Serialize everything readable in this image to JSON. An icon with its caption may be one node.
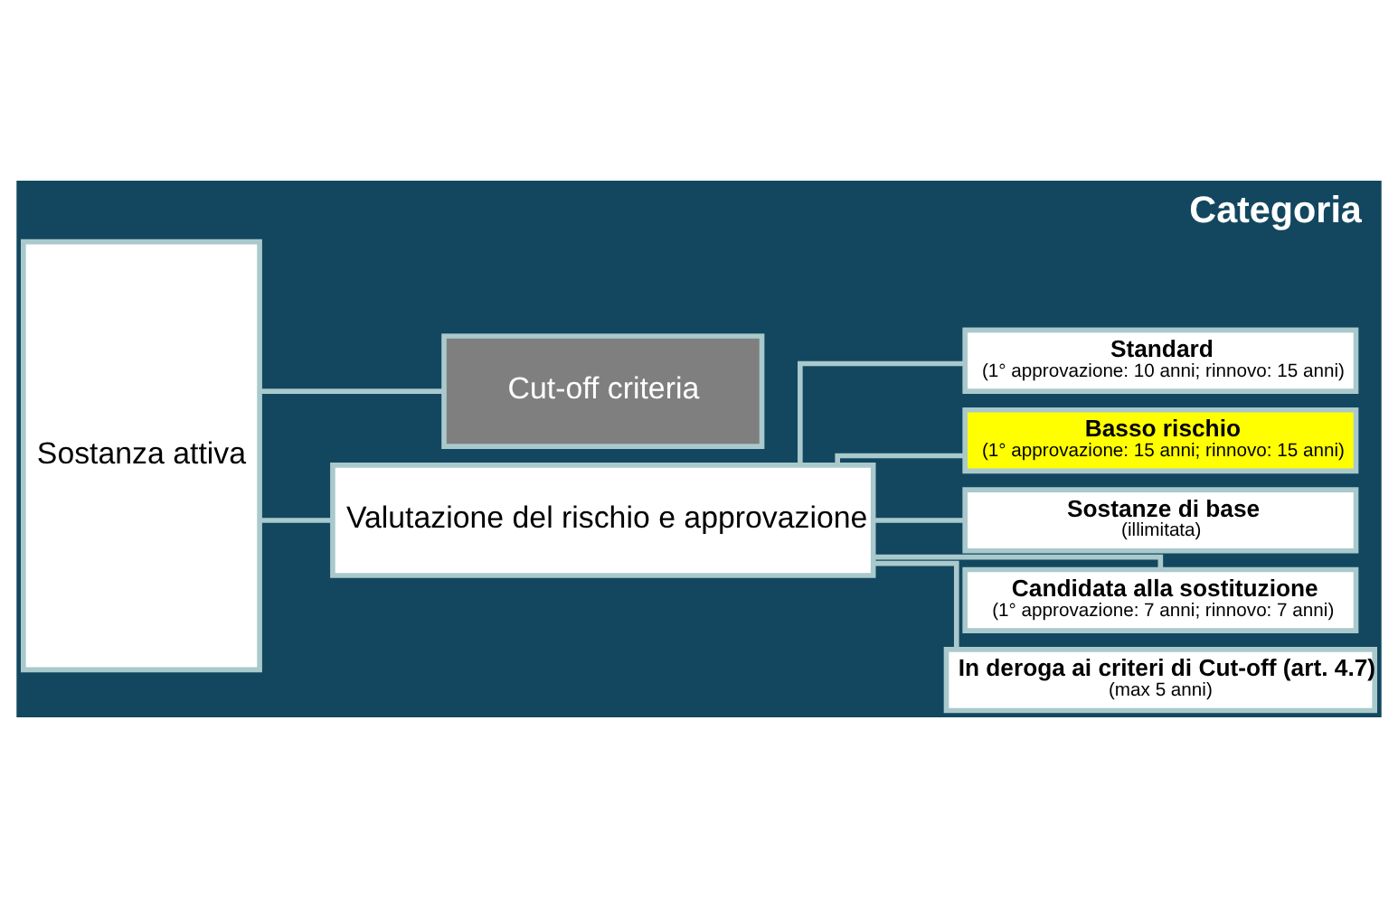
{
  "diagram": {
    "title": "Categoria",
    "nodes": [
      {
        "text": [
          "Sostanza attiva"
        ]
      },
      {
        "text": [
          "Cut-off criteria"
        ]
      },
      {
        "text": [
          "Valutazione del rischio e approvazione"
        ]
      },
      {
        "text": [
          "Standard",
          "(1° approvazione: 10 anni; rinnovo: 15 anni)"
        ]
      },
      {
        "text": [
          "Basso rischio",
          "(1° approvazione: 15 anni; rinnovo: 15 anni)"
        ]
      },
      {
        "text": [
          "Sostanze di base",
          "(illimitata)"
        ]
      },
      {
        "text": [
          "Candidata alla sostituzione",
          "(1° approvazione: 7 anni; rinnovo: 7 anni)"
        ]
      },
      {
        "text": [
          "In deroga ai criteri di Cut-off (art. 4.7)",
          "(max 5 anni)"
        ]
      }
    ],
    "edges": [
      {
        "from": 0,
        "to": 1,
        "arrow": "none"
      },
      {
        "from": 0,
        "to": 2,
        "arrow": "none"
      },
      {
        "from": 2,
        "to": 3,
        "arrow": "none"
      },
      {
        "from": 2,
        "to": 4,
        "arrow": "none"
      },
      {
        "from": 2,
        "to": 5,
        "arrow": "none"
      },
      {
        "from": 2,
        "to": 6,
        "arrow": "none"
      },
      {
        "from": 2,
        "to": 7,
        "arrow": "none"
      }
    ]
  }
}
